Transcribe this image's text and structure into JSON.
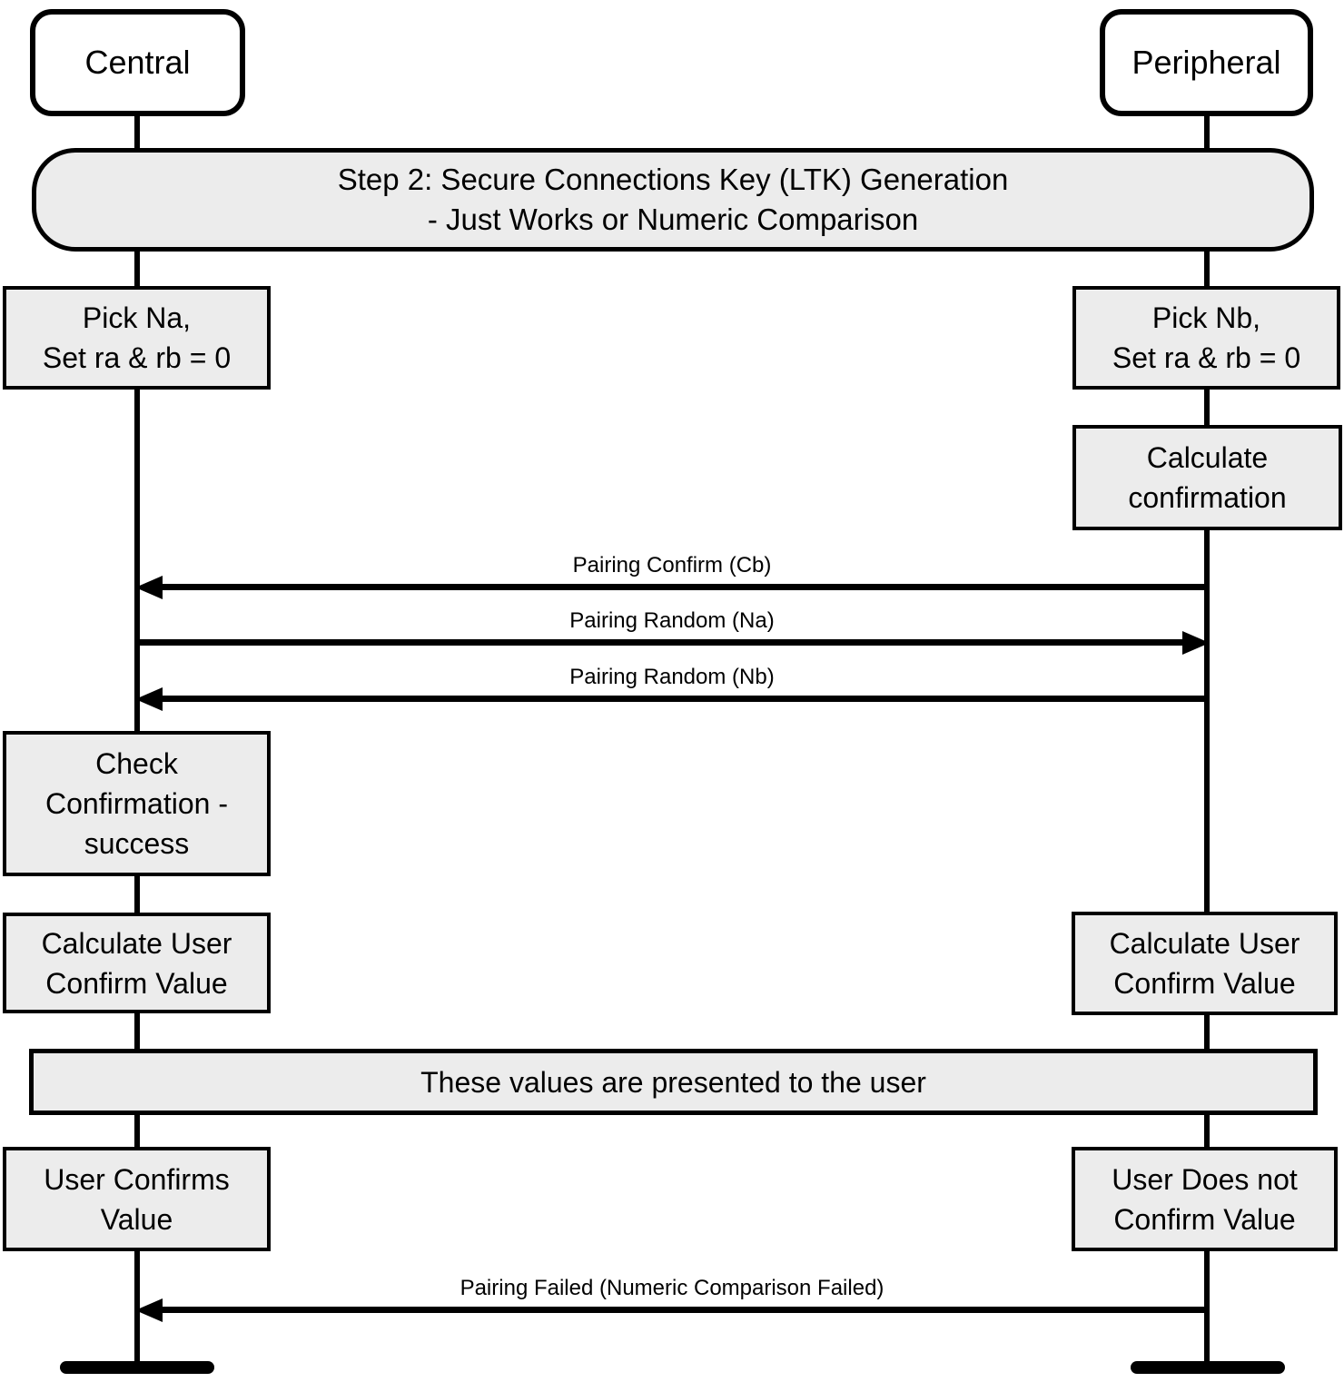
{
  "colors": {
    "line": "#000000",
    "box_fill": "#ececec",
    "actor_fill": "#ffffff",
    "background": "#ffffff"
  },
  "actors": {
    "central": "Central",
    "peripheral": "Peripheral"
  },
  "nodes": {
    "banner": "Step 2: Secure Connections Key (LTK) Generation\n- Just Works or Numeric Comparison",
    "pick_na": "Pick Na,\nSet ra & rb = 0",
    "pick_nb": "Pick Nb,\nSet ra & rb = 0",
    "calculate_confirmation": "Calculate\nconfirmation",
    "check_confirmation": "Check\nConfirmation -\nsuccess",
    "calculate_user_confirm_central": "Calculate User\nConfirm Value",
    "calculate_user_confirm_peripheral": "Calculate User\nConfirm Value",
    "values_presented": "These values are presented to the user",
    "user_confirms": "User Confirms\nValue",
    "user_does_not_confirm": "User Does not\nConfirm Value"
  },
  "messages": {
    "pairing_confirm_cb": {
      "label": "Pairing Confirm (Cb)",
      "direction": "to-central"
    },
    "pairing_random_na": {
      "label": "Pairing Random (Na)",
      "direction": "to-peripheral"
    },
    "pairing_random_nb": {
      "label": "Pairing Random (Nb)",
      "direction": "to-central"
    },
    "pairing_failed": {
      "label": "Pairing Failed (Numeric Comparison Failed)",
      "direction": "to-central"
    }
  }
}
